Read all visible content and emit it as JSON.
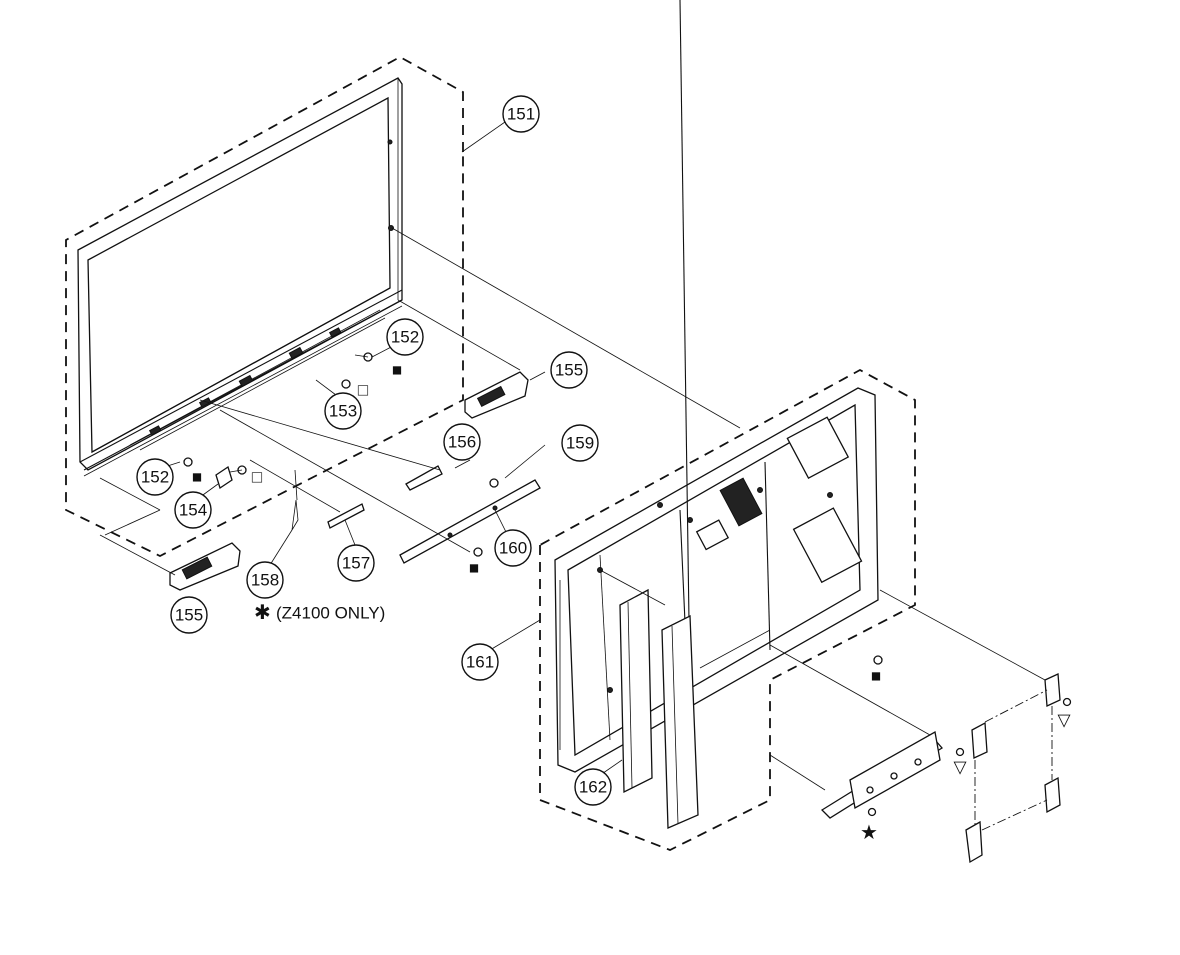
{
  "callouts": {
    "c151": "151",
    "c152a": "152",
    "c152b": "152",
    "c153": "153",
    "c154": "154",
    "c155a": "155",
    "c155b": "155",
    "c156": "156",
    "c157": "157",
    "c158": "158",
    "c159": "159",
    "c160": "160",
    "c161": "161",
    "c162": "162"
  },
  "note": "(Z4100 ONLY)",
  "symbols": {
    "filled_square": "■",
    "open_square": "□",
    "open_triangle": "▽",
    "star": "★",
    "asterisk": "✱"
  }
}
